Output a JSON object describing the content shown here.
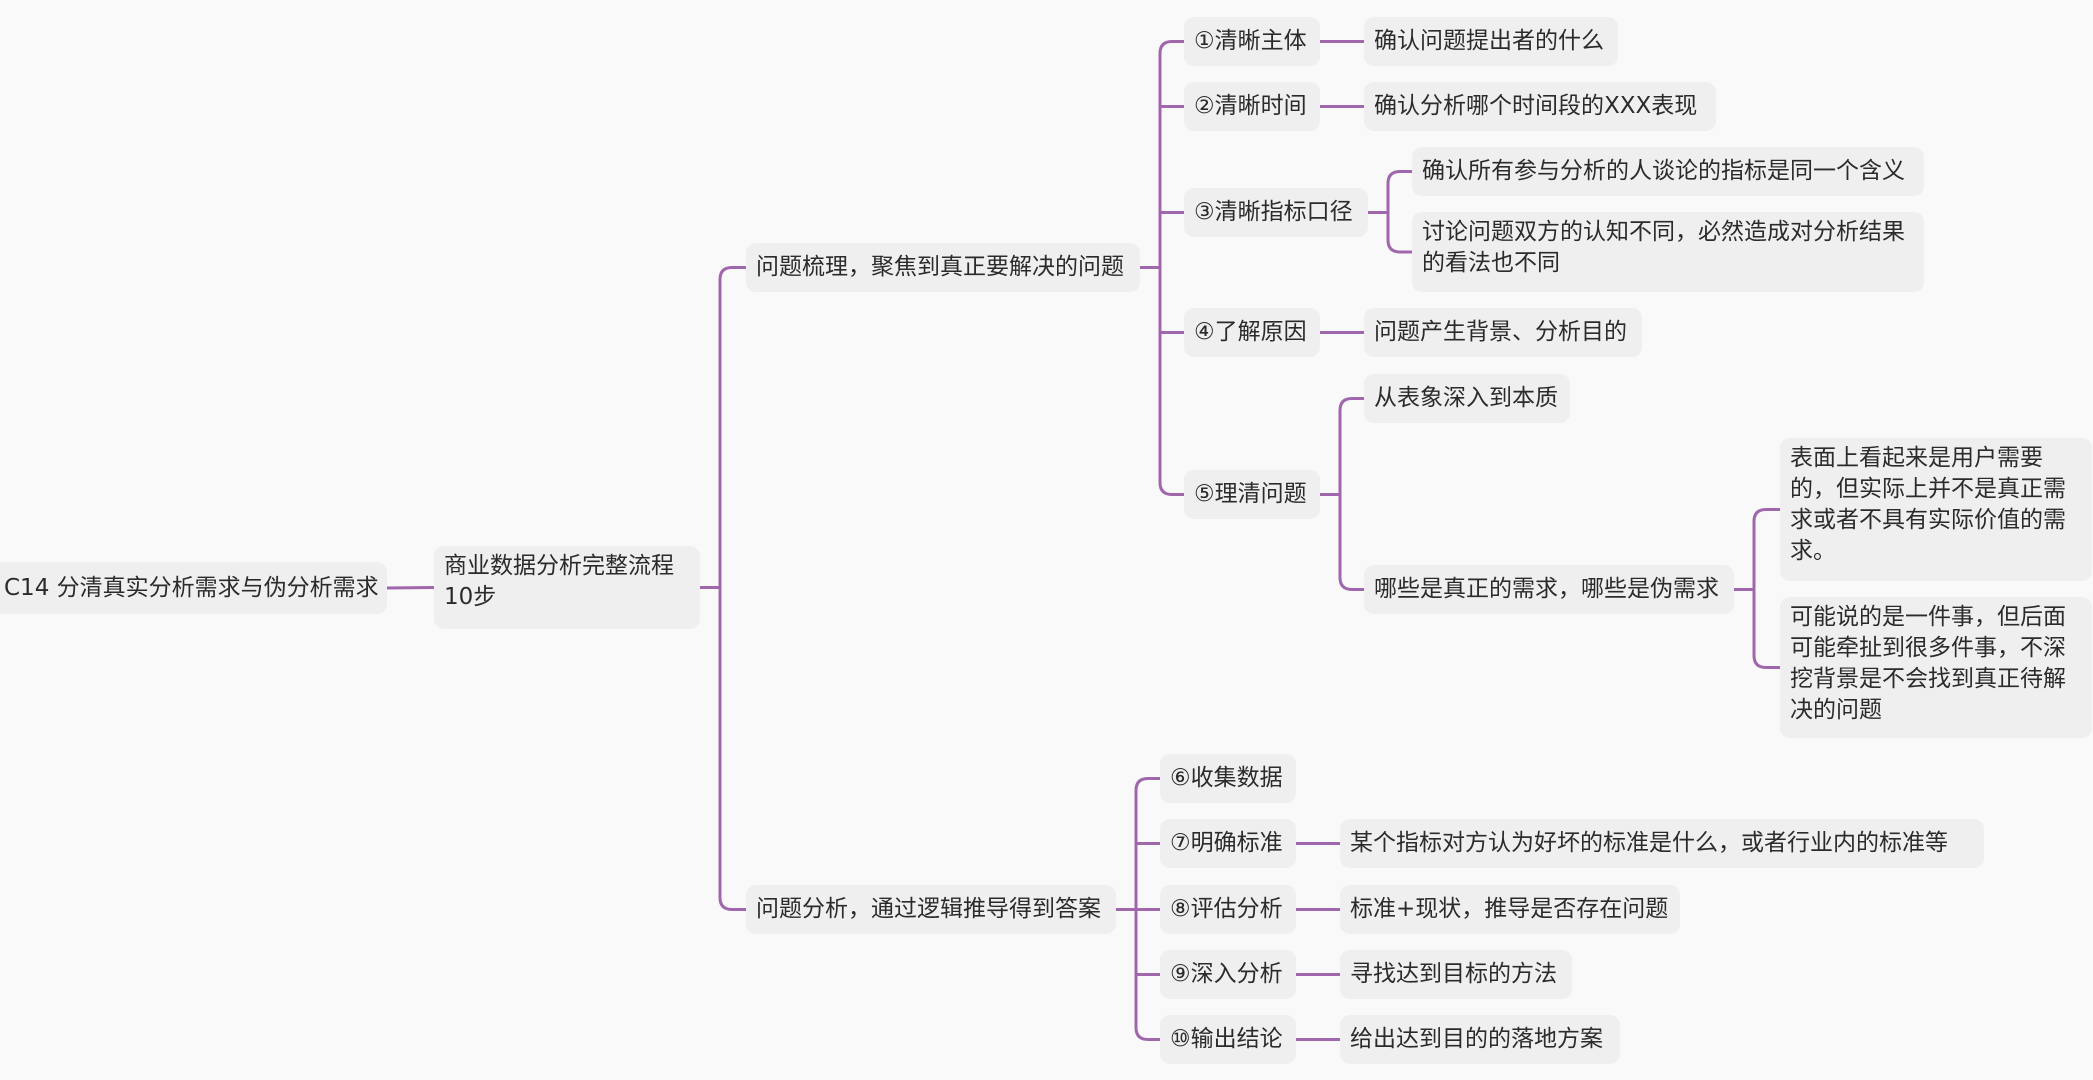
{
  "colors": {
    "line": "#a167ac",
    "node_bg": "#efefef",
    "text": "#2b2b2b",
    "background": "#f9f9f9"
  },
  "mindmap": {
    "root": "C14 分清真实分析需求与伪分析需求",
    "main": "商业数据分析完整流程\n10步",
    "branch1": {
      "title": "问题梳理，聚焦到真正要解决的问题",
      "s1": {
        "label": "①清晰主体",
        "detail": "确认问题提出者的什么"
      },
      "s2": {
        "label": "②清晰时间",
        "detail": "确认分析哪个时间段的XXX表现"
      },
      "s3": {
        "label": "③清晰指标口径",
        "detail1": "确认所有参与分析的人谈论的指标是同一个含义",
        "detail2": "讨论问题双方的认知不同，必然造成对分析结果\n的看法也不同"
      },
      "s4": {
        "label": "④了解原因",
        "detail": "问题产生背景、分析目的"
      },
      "s5": {
        "label": "⑤理清问题",
        "detail1": "从表象深入到本质",
        "detail2": "哪些是真正的需求，哪些是伪需求",
        "sub1": "表面上看起来是用户需要\n的，但实际上并不是真正需\n求或者不具有实际价值的需\n求。",
        "sub2": "可能说的是一件事，但后面\n可能牵扯到很多件事，不深\n挖背景是不会找到真正待解\n决的问题"
      }
    },
    "branch2": {
      "title": "问题分析，通过逻辑推导得到答案",
      "s6": {
        "label": "⑥收集数据"
      },
      "s7": {
        "label": "⑦明确标准",
        "detail": "某个指标对方认为好坏的标准是什么，或者行业内的标准等"
      },
      "s8": {
        "label": "⑧评估分析",
        "detail": "标准+现状，推导是否存在问题"
      },
      "s9": {
        "label": "⑨深入分析",
        "detail": "寻找达到目标的方法"
      },
      "s10": {
        "label": "⑩输出结论",
        "detail": "给出达到目的的落地方案"
      }
    }
  }
}
